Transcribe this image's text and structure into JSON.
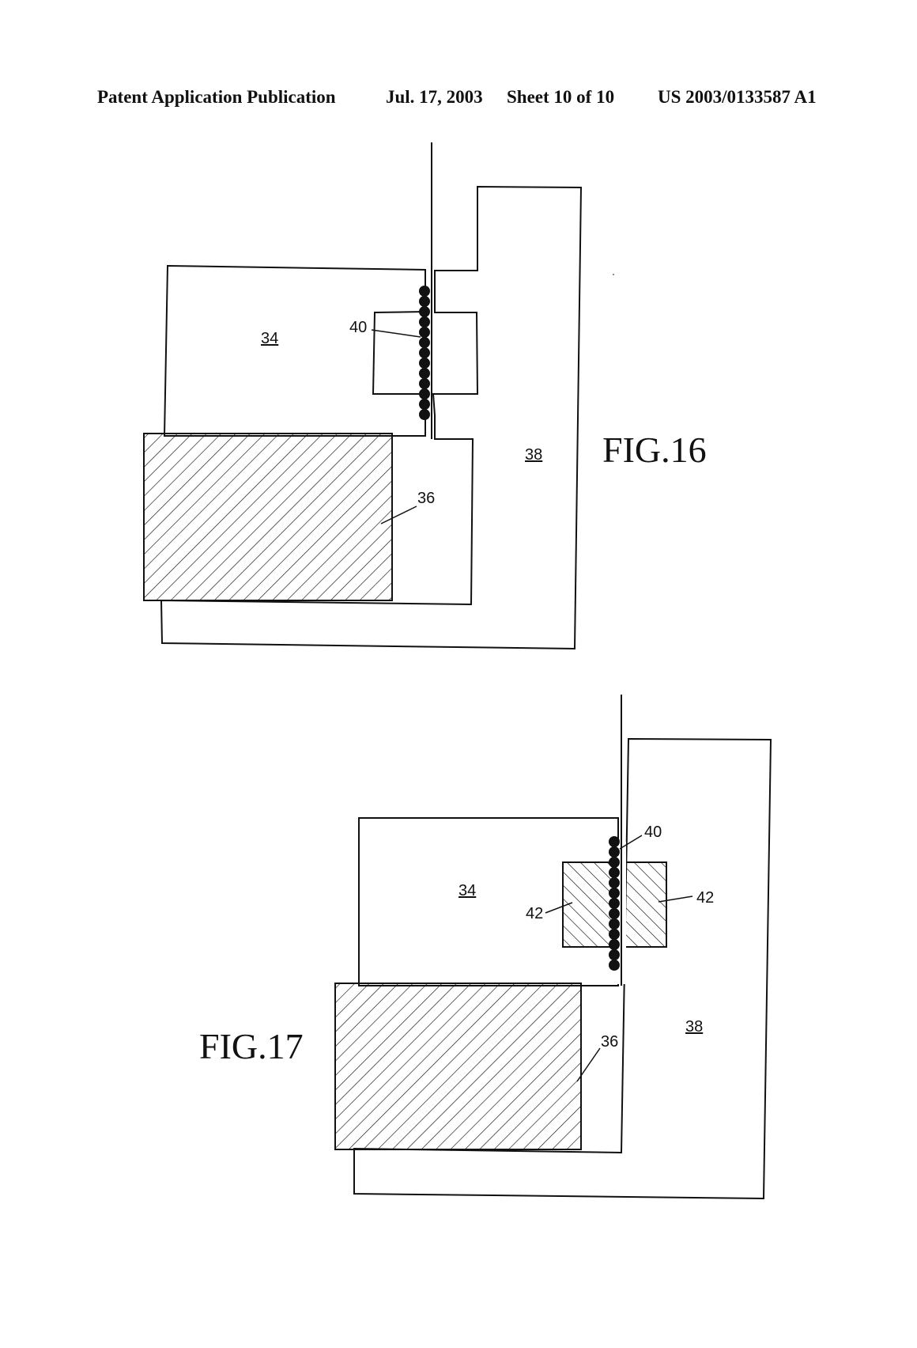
{
  "header": {
    "publication": "Patent Application Publication",
    "date": "Jul. 17, 2003",
    "sheet": "Sheet 10 of 10",
    "number": "US 2003/0133587 A1"
  },
  "figures": [
    {
      "title": "FIG.16",
      "labels": {
        "block_34": "34",
        "support_38": "38",
        "gap_36": "36",
        "beads_40": "40"
      }
    },
    {
      "title": "FIG.17",
      "labels": {
        "block_34": "34",
        "support_38": "38",
        "gap_36": "36",
        "beads_40": "40",
        "insert_42_left": "42",
        "insert_42_right": "42"
      }
    }
  ]
}
